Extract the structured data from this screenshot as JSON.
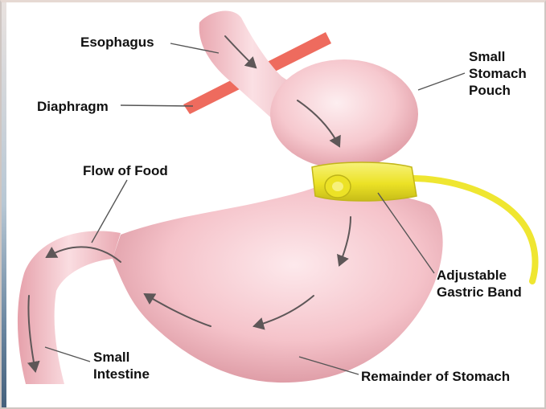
{
  "labels": {
    "esophagus": "Esophagus",
    "diaphragm": "Diaphragm",
    "small_stomach_pouch": "Small\nStomach\nPouch",
    "flow_of_food": "Flow of Food",
    "adjustable_gastric_band": "Adjustable\nGastric Band",
    "small_intestine": "Small\nIntestine",
    "remainder_of_stomach": "Remainder of Stomach"
  },
  "colors": {
    "stomach_light": "#fbe1e4",
    "stomach_mid": "#f2b9c0",
    "stomach_dark": "#d98f99",
    "diaphragm": "#ee6b5e",
    "band": "#f0ea3a",
    "band_dark": "#c8bf1e",
    "arrow": "#5e5758",
    "leader": "#555555",
    "text": "#111111"
  }
}
